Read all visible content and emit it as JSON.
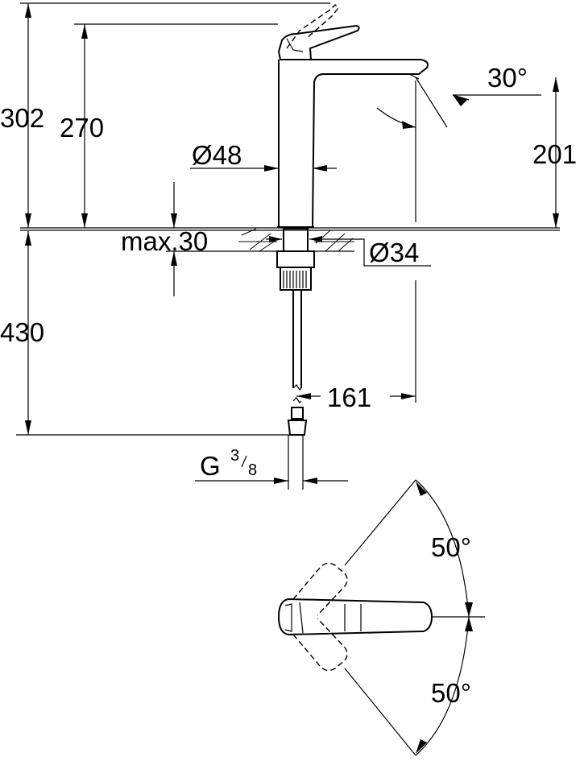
{
  "dimensions": {
    "total_height": "302",
    "spout_height": "270",
    "spout_clearance": "201",
    "spout_angle": "30°",
    "body_diameter": "Ø48",
    "max_counter_thickness": "max.30",
    "hole_diameter": "Ø34",
    "hose_length": "430",
    "spout_reach": "161",
    "thread_letter": "G",
    "thread_num": "3",
    "thread_den": "8",
    "swivel_angle_upper": "50°",
    "swivel_angle_lower": "50°"
  }
}
